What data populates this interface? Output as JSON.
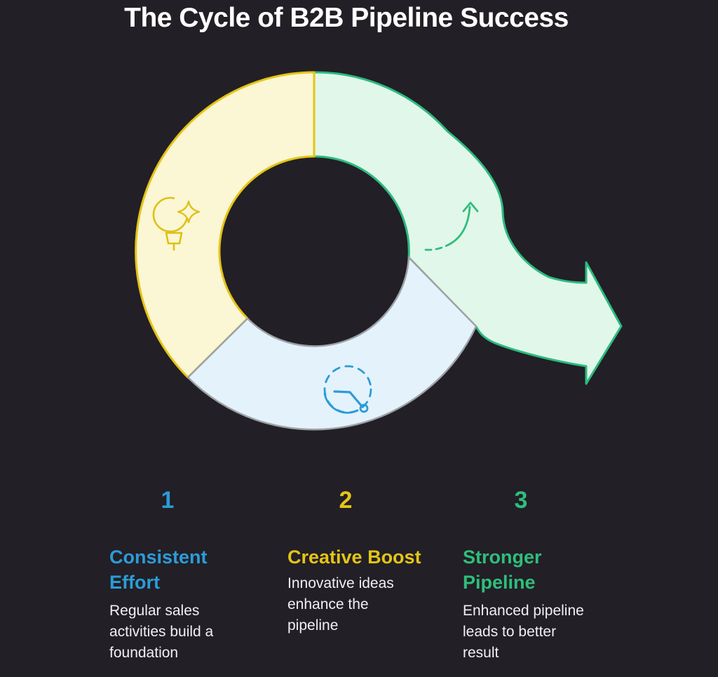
{
  "title": "The Cycle of B2B Pipeline Success",
  "colors": {
    "background": "#221F26",
    "title_text": "#FFFFFF",
    "body_text": "#F1EFF3",
    "blue_accent": "#2B9CD8",
    "yellow_accent": "#E3C517",
    "green_accent": "#2FBE7C",
    "yellow_segment_fill": "#FBF6D3",
    "yellow_segment_stroke": "#E5C414",
    "blue_segment_fill": "#E4F2FB",
    "blue_segment_stroke": "#9EA2A7",
    "green_segment_fill": "#E1F7E9",
    "green_segment_stroke": "#2CBB7F"
  },
  "diagram": {
    "description": "Donut cycle with three segments; green segment sweeps out into a right-pointing arrow",
    "segments": [
      {
        "name": "creative-boost-segment",
        "position": "upper-left",
        "fill": "#FBF6D3",
        "stroke": "#E5C414",
        "icon": "lightbulb-sparkle-icon"
      },
      {
        "name": "consistent-effort-segment",
        "position": "bottom",
        "fill": "#E4F2FB",
        "stroke": "#9EA2A7",
        "icon": "clock-icon"
      },
      {
        "name": "stronger-pipeline-arrow-segment",
        "position": "right",
        "fill": "#E1F7E9",
        "stroke": "#2CBB7F",
        "icon": "curved-motion-arrow-icon"
      }
    ]
  },
  "steps": [
    {
      "number": "1",
      "title": "Consistent\nEffort",
      "description": "Regular sales\nactivities build a\nfoundation",
      "accent": "#2B9CD8"
    },
    {
      "number": "2",
      "title": "Creative Boost",
      "description": "Innovative ideas\nenhance the\npipeline",
      "accent": "#E3C517"
    },
    {
      "number": "3",
      "title": "Stronger\nPipeline",
      "description": "Enhanced pipeline\nleads to better\nresult",
      "accent": "#2FBE7C"
    }
  ]
}
